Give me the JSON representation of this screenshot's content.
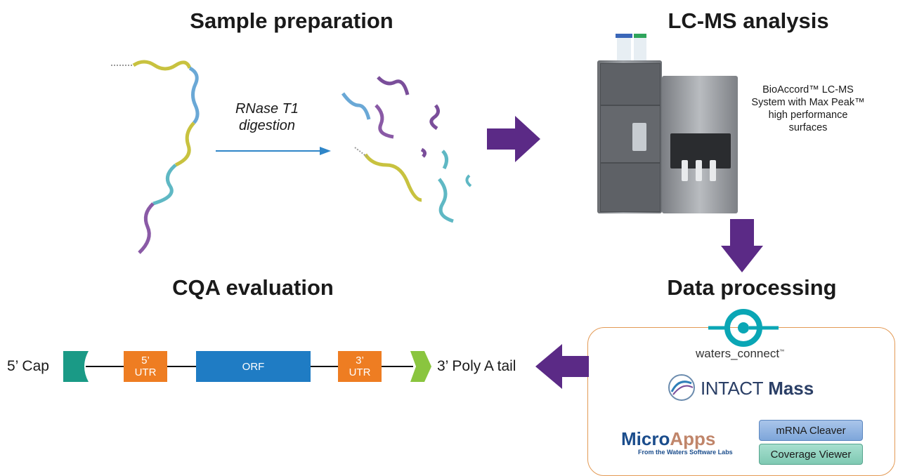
{
  "titles": {
    "sample_prep": "Sample preparation",
    "lcms": "LC-MS analysis",
    "data_processing": "Data processing",
    "cqa": "CQA evaluation"
  },
  "digestion": {
    "line1": "RNase T1",
    "line2": "digestion"
  },
  "instrument": {
    "line1": "BioAccord™ LC-MS",
    "line2": "System with Max Peak™",
    "line3": "high performance",
    "line4": "surfaces"
  },
  "mrna": {
    "cap_label": "5’ Cap",
    "utr5_line1": "5’",
    "utr5_line2": "UTR",
    "orf": "ORF",
    "utr3_line1": "3’",
    "utr3_line2": "UTR",
    "tail_label": "3’ Poly A tail"
  },
  "software": {
    "waters_connect": "waters_connect",
    "tm": "™",
    "intact_light": "INTACT",
    "intact_bold": "Mass",
    "microapps_micro": "Micro",
    "microapps_apps": "Apps",
    "microapps_sub": "From the Waters Software Labs",
    "btn_cleaver": "mRNA Cleaver",
    "btn_coverage": "Coverage Viewer"
  },
  "colors": {
    "arrow": "#5b2a86",
    "teal": "#1a9a86",
    "orange": "#ee7d22",
    "blue": "#1f7cc4",
    "green": "#8ac53f",
    "panel_border": "#e39a55",
    "brand_teal": "#0aa6b5",
    "brand_navy": "#1b4d8c",
    "brand_tan": "#c0856a"
  }
}
